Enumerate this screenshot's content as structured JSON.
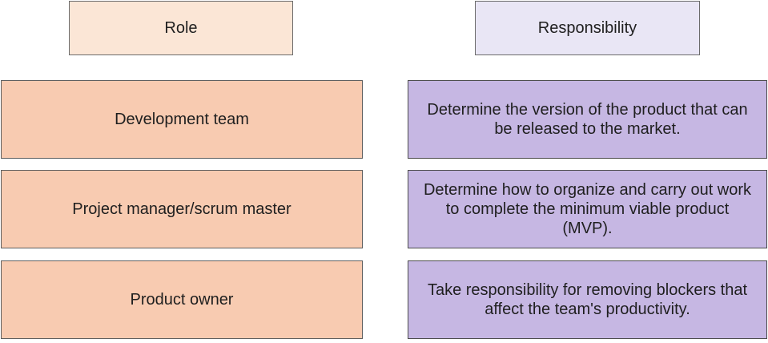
{
  "headers": {
    "role": "Role",
    "responsibility": "Responsibility"
  },
  "roles": [
    "Development team",
    "Project manager/scrum master",
    "Product owner"
  ],
  "responsibilities": [
    "Determine the version of the product that can be released to the market.",
    "Determine how to organize and carry out work to complete the minimum viable product (MVP).",
    "Take responsibility for removing blockers that affect the team's productivity."
  ],
  "colors": {
    "role_header_bg": "#fbe6d6",
    "responsibility_header_bg": "#e9e6f5",
    "role_card_bg": "#f8cbb1",
    "responsibility_card_bg": "#c6b7e3",
    "border": "#6b6b6b"
  }
}
